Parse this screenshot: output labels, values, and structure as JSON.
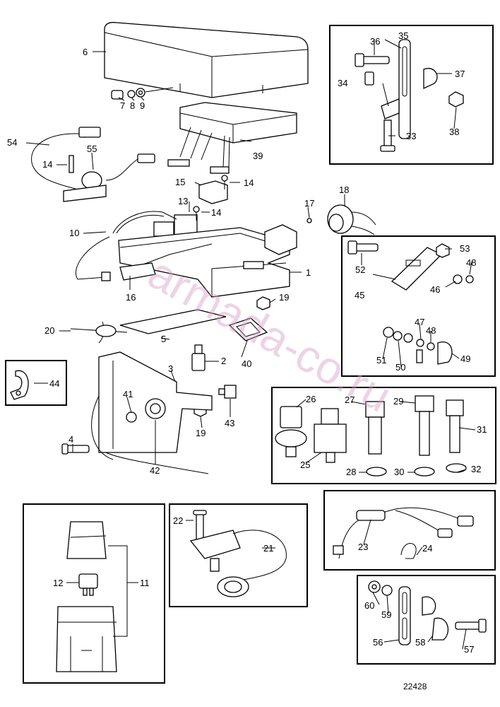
{
  "diagram": {
    "drawing_number": "22428",
    "watermark": "armada-co.ru",
    "part_numbers": [
      "1",
      "2",
      "3",
      "4",
      "5",
      "6",
      "7",
      "8",
      "9",
      "10",
      "11",
      "12",
      "13",
      "14",
      "15",
      "16",
      "17",
      "18",
      "19",
      "20",
      "21",
      "22",
      "23",
      "24",
      "25",
      "26",
      "27",
      "28",
      "29",
      "30",
      "31",
      "32",
      "33",
      "34",
      "35",
      "36",
      "37",
      "38",
      "39",
      "40",
      "41",
      "42",
      "43",
      "44",
      "45",
      "46",
      "47",
      "48",
      "49",
      "50",
      "51",
      "52",
      "53",
      "54",
      "55",
      "56",
      "57",
      "58",
      "59",
      "60"
    ]
  }
}
